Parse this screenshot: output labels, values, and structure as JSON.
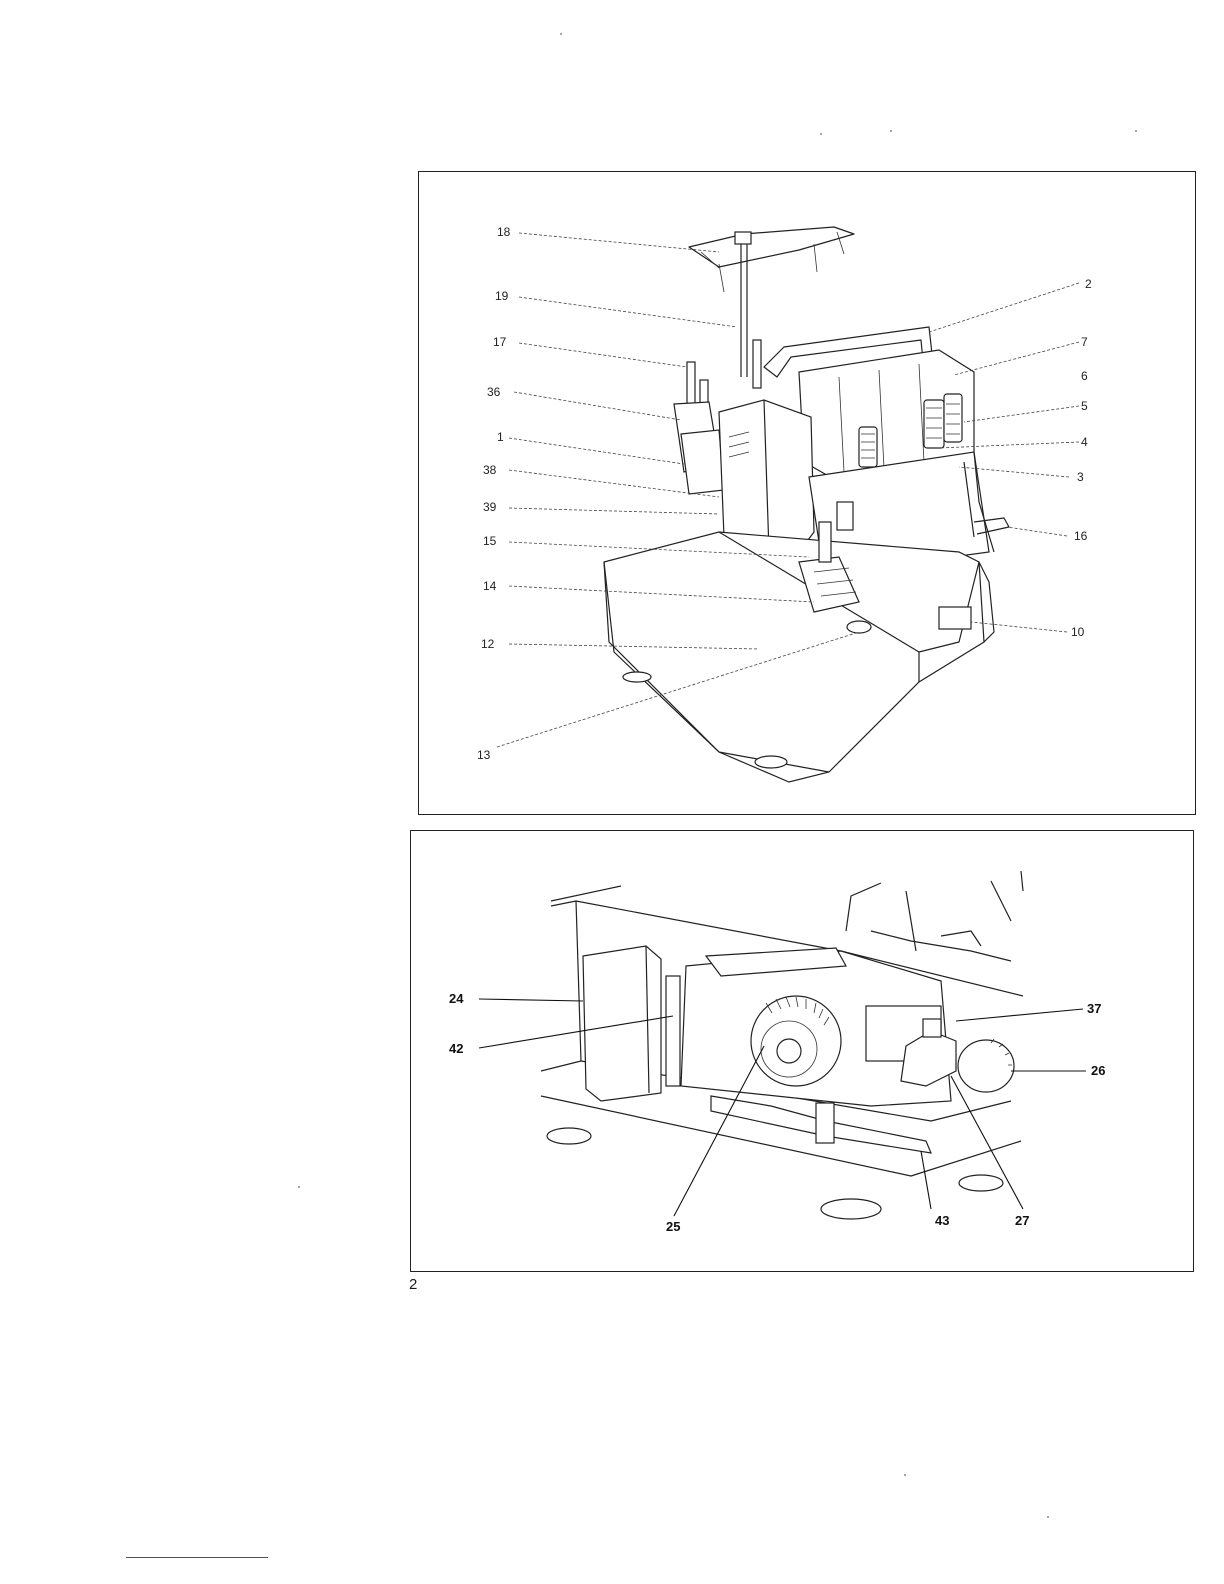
{
  "page_number": "2",
  "top_figure": {
    "callouts": [
      "18",
      "19",
      "17",
      "36",
      "1",
      "38",
      "39",
      "15",
      "14",
      "12",
      "13",
      "2",
      "7",
      "6",
      "5",
      "4",
      "3",
      "16",
      "10"
    ]
  },
  "bottom_figure": {
    "callouts": [
      "24",
      "42",
      "25",
      "43",
      "27",
      "37",
      "26"
    ]
  }
}
